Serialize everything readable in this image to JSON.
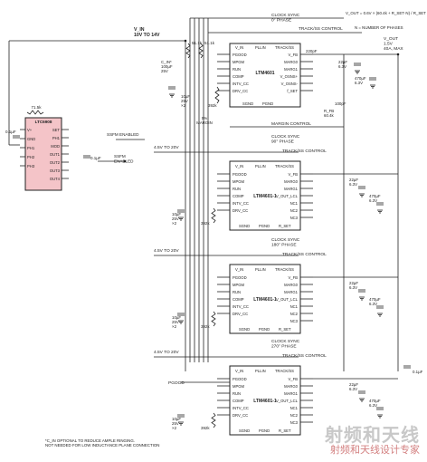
{
  "supply": {
    "top": "V_IN\n10V TO 14V",
    "res1": "51.1k",
    "res2": "51.1k",
    "res3": "51.1k"
  },
  "ltc6908": {
    "name": "LTC6908",
    "pins_left": [
      "V+",
      "GND",
      "PH1",
      "PH2",
      "PH3"
    ],
    "pins_right": [
      "SET",
      "PH1",
      "MOD",
      "OUT1",
      "OUT2",
      "OUT3",
      "OUT4"
    ],
    "res": "71.5k",
    "cap": "0.1µF",
    "cap2": "0.1µF"
  },
  "ssfm": {
    "label": "SSFM ENABLED",
    "label2": "SSFM\nENABLED"
  },
  "top_chip": {
    "name": "LTM4601",
    "left_pins": [
      "PGOOD",
      "MPGM",
      "RUN",
      "COMP",
      "INTV_CC",
      "DRV_CC"
    ],
    "right_pins": [
      "V_FB",
      "MARG0",
      "MARG1",
      "V_OSNS+",
      "V_OSNS-",
      "f_SET"
    ],
    "top_pins": [
      "V_IN",
      "PLLIN",
      "TRACK/SS"
    ],
    "bottom_pins": [
      "SGND",
      "PGND"
    ],
    "clock": "CLOCK SYNC\n0° PHASE",
    "track": "TRACK/SS CONTROL",
    "cap_in": "C_IN*\n100µF\n25V",
    "cap_in2": "10µF\n25V\n×2",
    "res_margin": "392k",
    "margin": "5%\nMARGIN",
    "margin_ctrl": "MARGIN CONTROL",
    "r_fb": "R_FB\n60.4k",
    "cap_out1": "22µF\n6.3V",
    "cap_out2": "470µF\n6.3V",
    "cap_220": "220pF",
    "cap_100": "100pF",
    "vout": "V_OUT\n1.5V\n40A, MAX"
  },
  "formula": {
    "text": "V_OUT = 0.6V × (60.4k + R_SET·N) / R_SET",
    "note": "N = NUMBER OF PHASES"
  },
  "slaves": [
    {
      "name": "LTM4601-1",
      "clock": "CLOCK SYNC\n90° PHASE",
      "vin": "4.5V TO 20V",
      "track": "TRACK/SS CONTROL"
    },
    {
      "name": "LTM4601-1",
      "clock": "CLOCK SYNC\n180° PHASE",
      "vin": "4.5V TO 20V",
      "track": "TRACK/SS CONTROL"
    },
    {
      "name": "LTM4601-1",
      "clock": "CLOCK SYNC\n270° PHASE",
      "vin": "4.5V TO 20V",
      "track": "TRACK/SS CONTROL"
    }
  ],
  "slave_pins": {
    "left": [
      "PGOOD",
      "MPGM",
      "RUN",
      "COMP",
      "INTV_CC",
      "DRV_CC"
    ],
    "right": [
      "V_FB",
      "MARG0",
      "MARG1",
      "V_OUT_LCL",
      "NC1",
      "NC2",
      "NC3"
    ],
    "top": [
      "V_IN",
      "PLLIN",
      "TRACK/SS"
    ],
    "bottom": [
      "SGND",
      "PGND",
      "R_SET"
    ],
    "cap_in": "10µF\n25V\n×2",
    "res": "392k",
    "cap_out1": "22µF\n6.3V",
    "cap_out2": "470µF\n6.3V"
  },
  "pgood": "PGOOD",
  "out_cap": "0.1µF",
  "footnote": "*C_IN OPTIONAL TO REDUCE AMPLE RINGING.\nNOT NEEDED FOR LOW INDUCTANCE PLANE CONNECTION",
  "watermark": {
    "line1": "射频和天线",
    "line2": "射频和天线设计专家"
  }
}
